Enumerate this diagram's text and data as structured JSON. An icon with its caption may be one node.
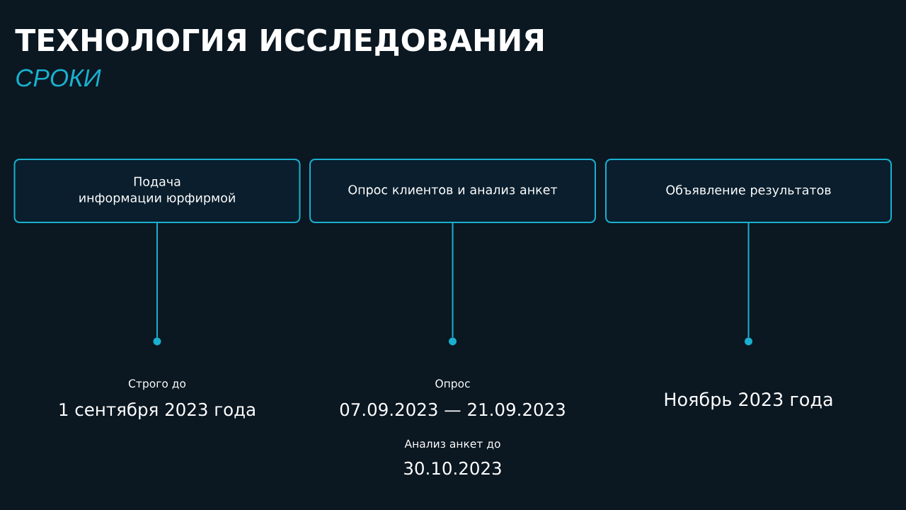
{
  "diagram": {
    "title": "ТЕХНОЛОГИЯ ИССЛЕДОВАНИЯ",
    "nodes": [
      {
        "text": [
          "Подача информации юрфирмой"
        ]
      },
      {
        "text": [
          "Опрос клиентов и анализ анкет"
        ]
      },
      {
        "text": [
          "Объявление результатов"
        ]
      },
      {
        "text": [],
        "shape": "circle",
        "beside": [
          "Строго до",
          "1 сентября 2023 года"
        ]
      },
      {
        "text": [],
        "shape": "circle",
        "beside": [
          "Опрос",
          "07.09.2023 — 21.09.2023",
          "Анализ анкет до",
          "30.10.2023"
        ]
      },
      {
        "text": [],
        "shape": "circle",
        "beside": [
          "Ноябрь 2023 года"
        ]
      }
    ],
    "edges": [
      {
        "from": 0,
        "to": 3,
        "arrow": "none"
      },
      {
        "from": 1,
        "to": 4,
        "arrow": "none"
      },
      {
        "from": 2,
        "to": 5,
        "arrow": "none"
      }
    ],
    "labels": [
      "СРОКИ"
    ]
  }
}
